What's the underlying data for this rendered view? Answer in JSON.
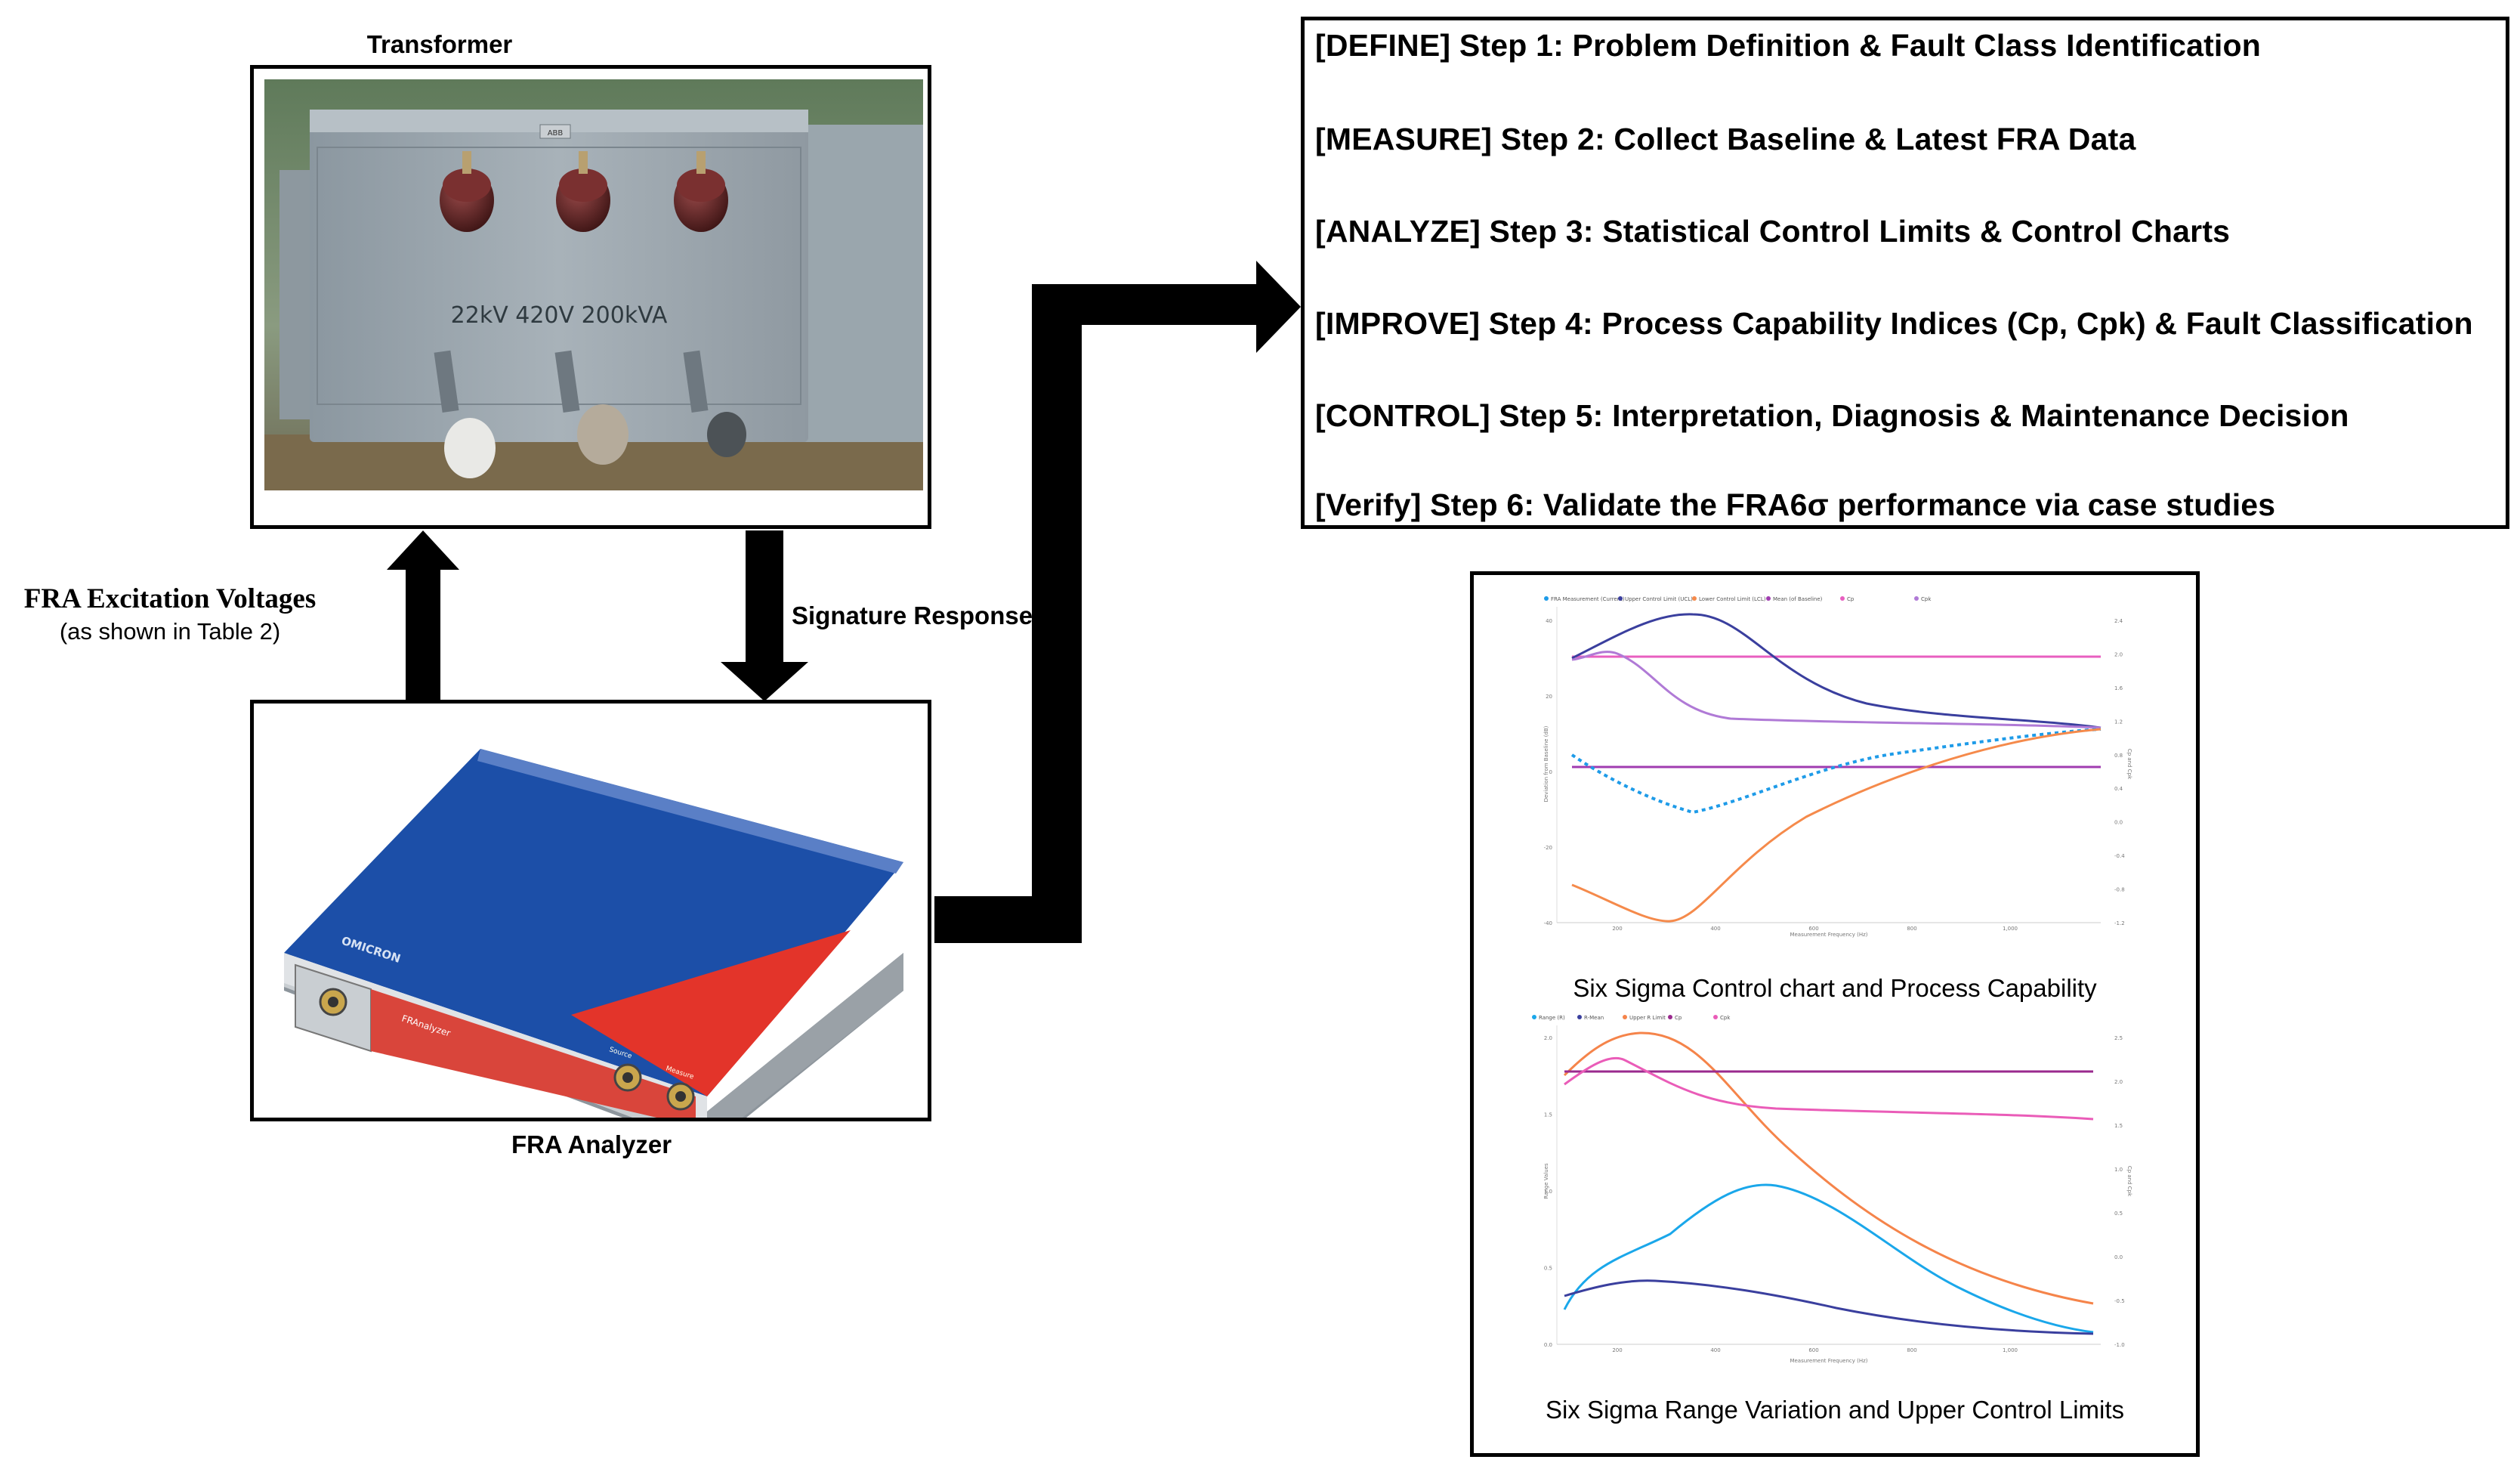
{
  "transformer": {
    "title": "Transformer",
    "rating_text": "22kV  420V  200kVA",
    "plate_text": "ABB"
  },
  "analyzer": {
    "title": "FRA Analyzer",
    "brand": "OMICRON",
    "model": "FRAnalyzer",
    "port_labels": [
      "Source",
      "Measure"
    ]
  },
  "excitation": {
    "title": "FRA Excitation Voltages",
    "subtitle": "(as shown in Table 2)"
  },
  "signature": {
    "label": "Signature Response"
  },
  "steps": [
    "[DEFINE] Step 1: Problem Definition & Fault Class Identification",
    "[MEASURE] Step 2: Collect Baseline & Latest FRA Data",
    "[ANALYZE] Step 3: Statistical Control Limits & Control Charts",
    "[IMPROVE] Step 4: Process Capability Indices (Cp, Cpk) & Fault Classification",
    "[CONTROL] Step 5: Interpretation, Diagnosis & Maintenance Decision",
    "[Verify] Step 6: Validate the FRA6σ performance via case studies"
  ],
  "chart1": {
    "title": "Six Sigma Control chart and Process Capability",
    "legend": [
      "FRA Measurement (Current)",
      "Upper Control Limit (UCL)",
      "Lower Control Limit (LCL)",
      "Mean (of Baseline)",
      "Cp",
      "Cpk"
    ],
    "xlabel": "Measurement Frequency (Hz)",
    "ylabel": "Deviation from Baseline (dB)",
    "y2label": "Cp and Cpk",
    "xticks": [
      "200",
      "400",
      "600",
      "800",
      "1,000"
    ],
    "yticks": [
      "40",
      "20",
      "0",
      "-20",
      "-40"
    ],
    "y2ticks": [
      "2.4",
      "2.0",
      "1.6",
      "1.2",
      "0.8",
      "0.4",
      "0.0",
      "-0.4",
      "-0.8",
      "-1.2"
    ],
    "colors": {
      "measurement": "#1e9be8",
      "ucl": "#3a3f9e",
      "lcl": "#f58a4b",
      "mean": "#a03cb0",
      "cp": "#e85fc0",
      "cpk": "#b07ad6"
    }
  },
  "chart2": {
    "title": "Six Sigma Range Variation and Upper Control Limits",
    "legend": [
      "Range (R)",
      "R-Mean",
      "Upper R Limit",
      "Cp",
      "Cpk"
    ],
    "xlabel": "Measurement Frequency (Hz)",
    "ylabel": "Range Values",
    "y2label": "Cp and Cpk",
    "xticks": [
      "200",
      "400",
      "600",
      "800",
      "1,000"
    ],
    "yticks": [
      "2.0",
      "1.5",
      "1.0",
      "0.5",
      "0.0"
    ],
    "y2ticks": [
      "2.5",
      "2.0",
      "1.5",
      "1.0",
      "0.5",
      "0.0",
      "-0.5",
      "-1.0"
    ],
    "colors": {
      "range": "#1aa7ea",
      "rmean": "#3a3f9e",
      "url": "#f5844a",
      "cp": "#9a2a8e",
      "cpk": "#ea5cb8"
    }
  }
}
